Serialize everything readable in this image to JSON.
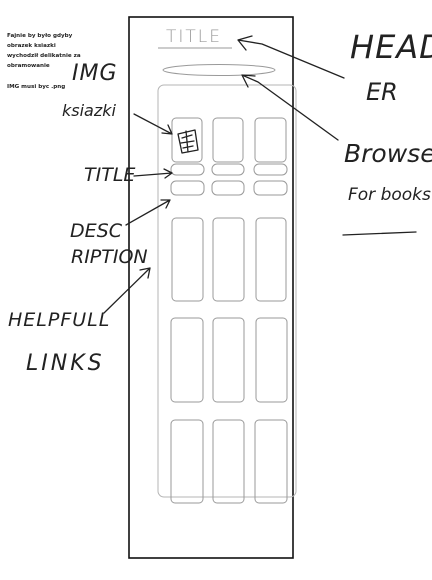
{
  "note": {
    "lines": [
      "Fajnie by było gdyby",
      "obrazek ksiazki",
      "wychodził delikatnie za",
      "obramowanie"
    ],
    "png_line": "IMG musi byc .png"
  },
  "mockup": {
    "title": "TITLE"
  },
  "annotations": {
    "header_line1": "HEAD",
    "header_line2": "ER",
    "browser_line1": "Browser",
    "browser_line2": "For books",
    "img_line1": "IMG",
    "img_line2": "ksiazki",
    "title_label": "TITLE",
    "desc_line1": "DESC",
    "desc_line2": "RIPTION",
    "links_line1": "HELPFULL",
    "links_line2": "LINKS"
  }
}
